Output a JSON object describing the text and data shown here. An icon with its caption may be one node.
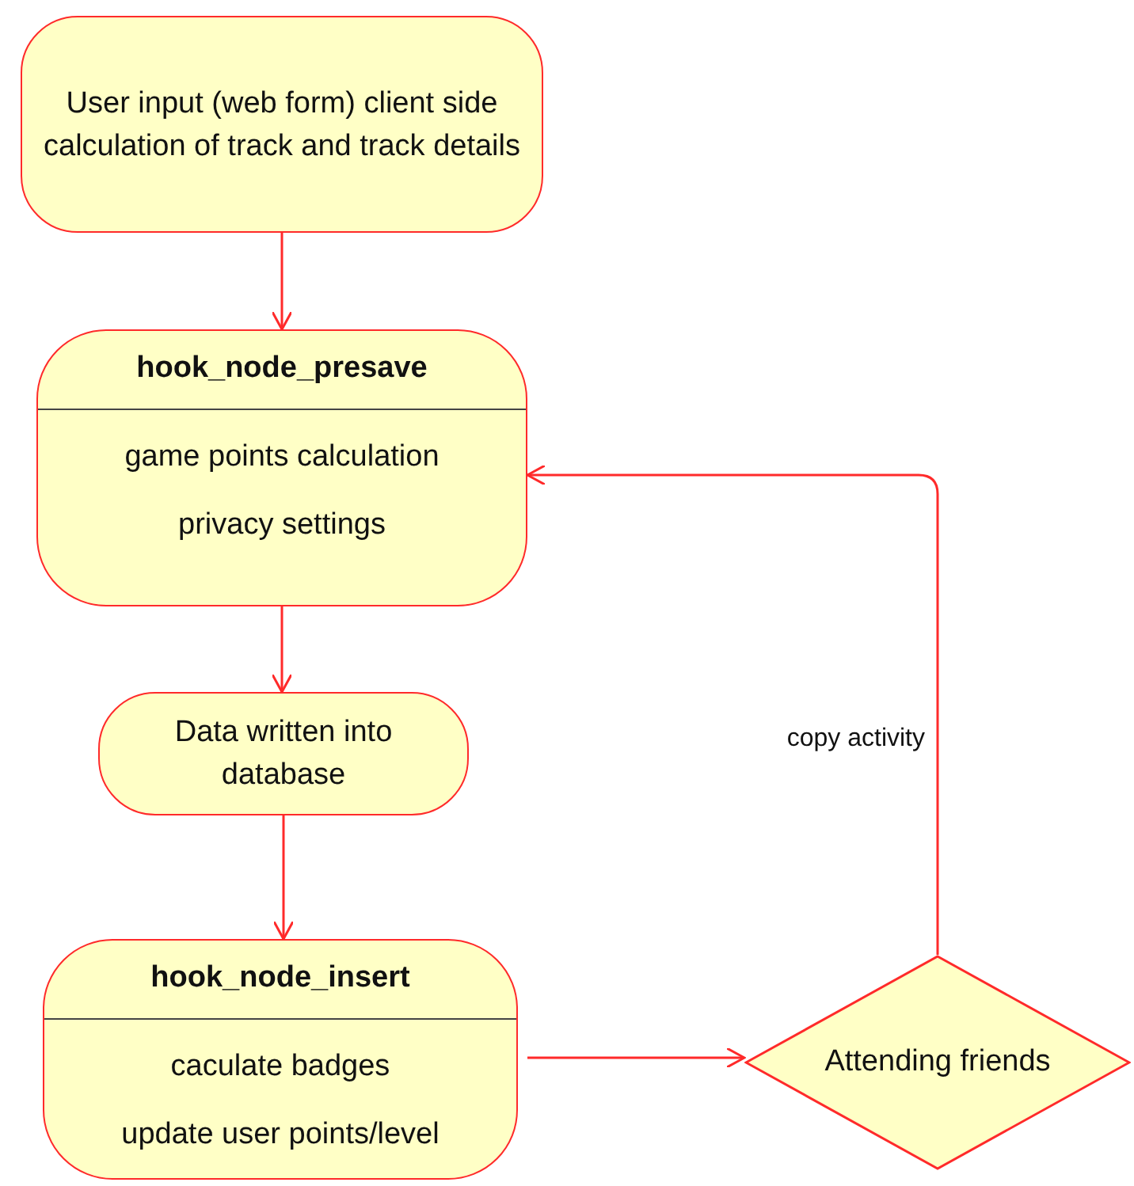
{
  "diagram": {
    "nodes": [
      {
        "text": [
          "User input (web form) client side calculation of track and track details"
        ]
      },
      {
        "text": [
          "hook_node_presave",
          "game points calculation",
          "privacy settings"
        ]
      },
      {
        "text": [
          "Data written into database"
        ]
      },
      {
        "text": [
          "hook_node_insert",
          "caculate badges",
          "update user points/level"
        ]
      },
      {
        "text": [
          "Attending friends"
        ]
      }
    ],
    "edges": [
      {
        "from": 0,
        "to": 1,
        "arrow": "to"
      },
      {
        "from": 1,
        "to": 2,
        "arrow": "to"
      },
      {
        "from": 2,
        "to": 3,
        "arrow": "to"
      },
      {
        "from": 3,
        "to": 4,
        "arrow": "to"
      },
      {
        "from": 4,
        "to": 1,
        "arrow": "to",
        "label": "copy activity"
      }
    ]
  }
}
